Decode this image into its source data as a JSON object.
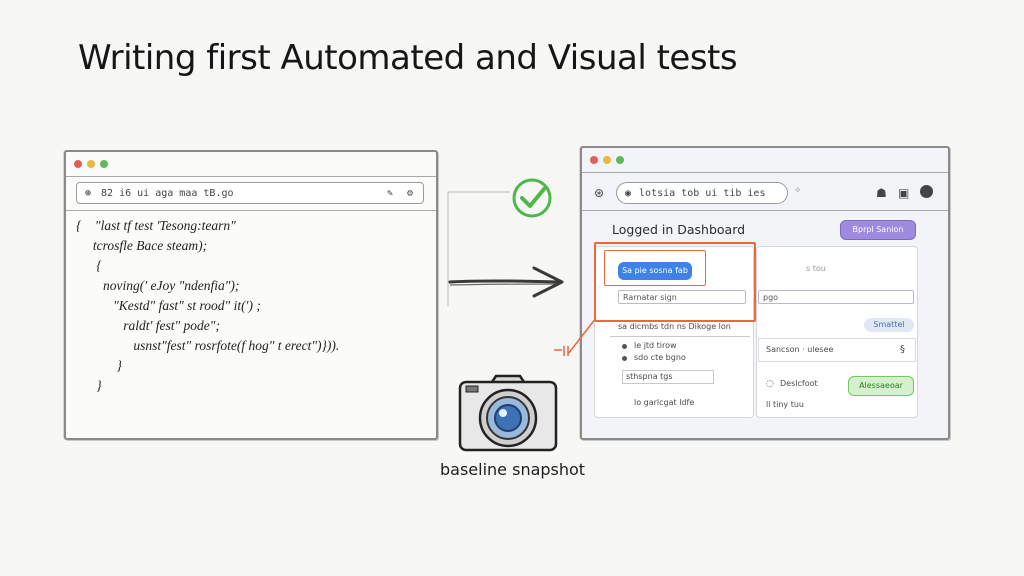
{
  "title": "Writing first Automated and Visual tests",
  "code_window": {
    "url": "82 i6 ui aga maa tB.go",
    "lines": [
      "{    \"last tf test 'Tesong:tearn\"",
      "     tcrosfle Bace steam);",
      "      {",
      "        noving(' eJoy \"ndenfia\");",
      "           \"Kestd\" fast\" st rood\" it(') ;",
      "              raldt' fest\" pode\";",
      "                 usnst\"fest\" rosrfote(f hog\" t erect\")})).",
      "            }",
      "      }"
    ]
  },
  "dashboard_window": {
    "url": "lotsia tob ui tib ies",
    "heading": "Logged in Dashboard",
    "top_button": "Bprpl Sanion",
    "login_button": "Sa pie sosna fab",
    "field_1": "Rarnatar sign",
    "field_2": "pgo",
    "center_label": "s tou",
    "section_label": "sa dicmbs tdn ns Dikoge lon",
    "list_items": [
      "le jtd tirow",
      "sdo cte bgno",
      "sthspna tgs",
      "lo garlcgat ldfe"
    ],
    "right_chip": "Smattel",
    "right_row_1": "Sancson · ulesee",
    "right_row_2": "Deslcfoot",
    "right_row_3": "li tiny tuu",
    "green_button": "Alessaeoar"
  },
  "caption": "baseline snapshot",
  "colors": {
    "highlight": "#e8693e",
    "check": "#4fb648",
    "blue_button": "#3d82e6",
    "purple_button": "#9e8be0",
    "green_button": "#73c95f"
  }
}
